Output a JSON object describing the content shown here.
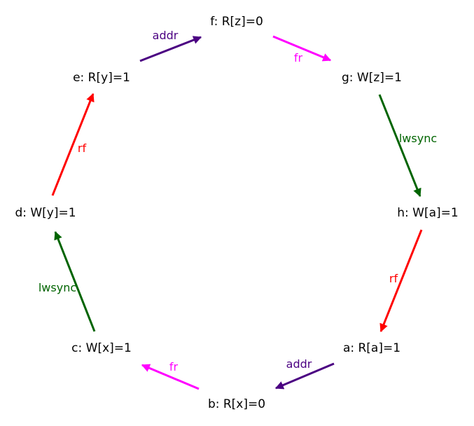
{
  "nodes": [
    {
      "id": "f",
      "label": "f: R[z]=0"
    },
    {
      "id": "g",
      "label": "g: W[z]=1"
    },
    {
      "id": "h",
      "label": "h: W[a]=1"
    },
    {
      "id": "a",
      "label": "a: R[a]=1"
    },
    {
      "id": "b",
      "label": "b: R[x]=0"
    },
    {
      "id": "c",
      "label": "c: W[x]=1"
    },
    {
      "id": "d",
      "label": "d: W[y]=1"
    },
    {
      "id": "e",
      "label": "e: R[y]=1"
    }
  ],
  "edges": [
    {
      "from": "f",
      "to": "g",
      "label": "fr",
      "color": "#ff00ff"
    },
    {
      "from": "g",
      "to": "h",
      "label": "lwsync",
      "color": "#006400"
    },
    {
      "from": "h",
      "to": "a",
      "label": "rf",
      "color": "#ff0000"
    },
    {
      "from": "a",
      "to": "b",
      "label": "addr",
      "color": "#4b0082"
    },
    {
      "from": "b",
      "to": "c",
      "label": "fr",
      "color": "#ff00ff"
    },
    {
      "from": "c",
      "to": "d",
      "label": "lwsync",
      "color": "#006400"
    },
    {
      "from": "d",
      "to": "e",
      "label": "rf",
      "color": "#ff0000"
    },
    {
      "from": "e",
      "to": "f",
      "label": "addr",
      "color": "#4b0082"
    }
  ]
}
